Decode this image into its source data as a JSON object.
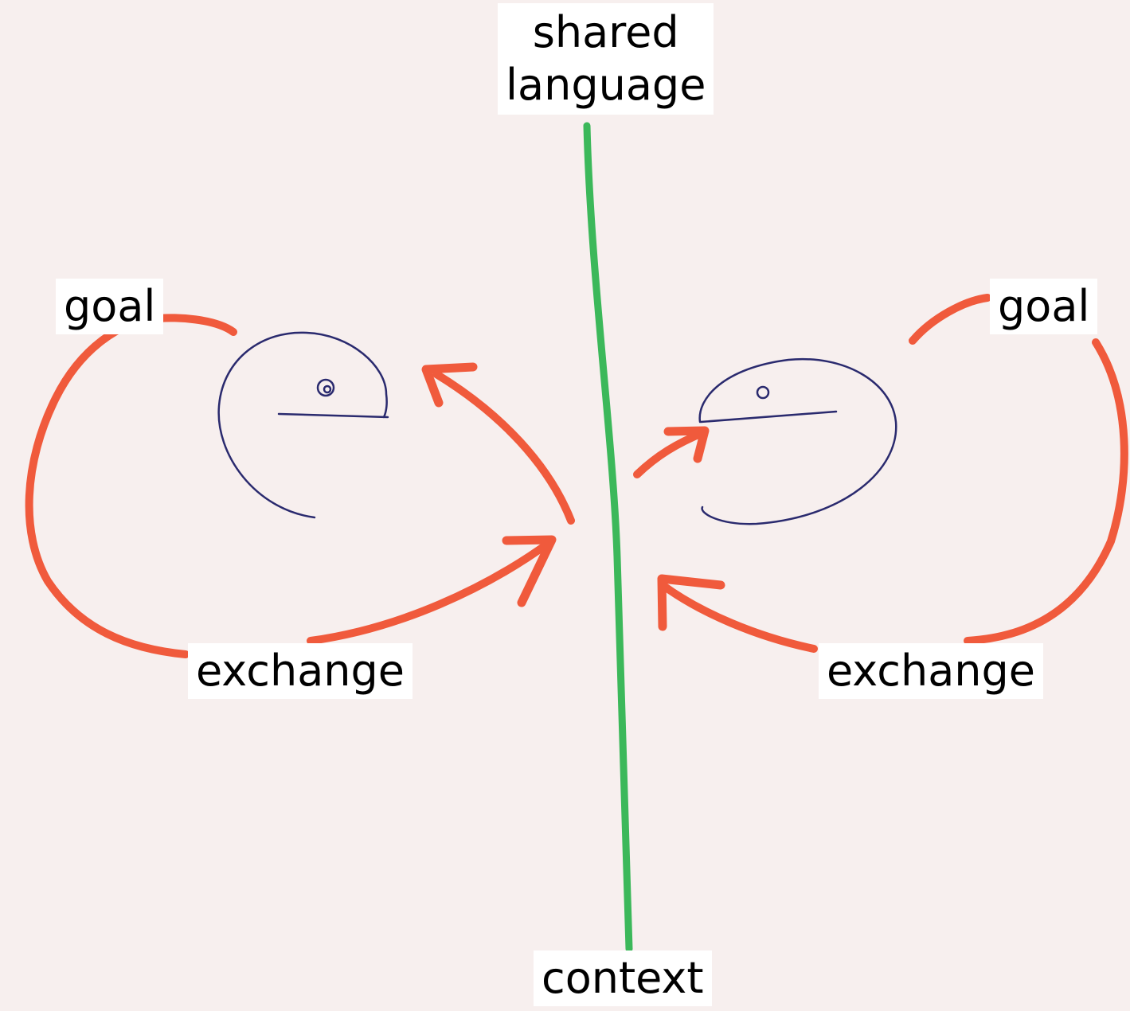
{
  "labels": {
    "top_line1": "shared",
    "top_line2": "language",
    "left_goal": "goal",
    "right_goal": "goal",
    "left_exchange": "exchange",
    "right_exchange": "exchange",
    "bottom": "context"
  },
  "colors": {
    "background": "#f7efee",
    "arrow": "#f05a3c",
    "divider": "#3cb85a",
    "head": "#2a2a6e",
    "label_bg": "#ffffff"
  },
  "icons": {
    "left_head": "left-facing-head-icon",
    "right_head": "right-facing-head-icon"
  }
}
